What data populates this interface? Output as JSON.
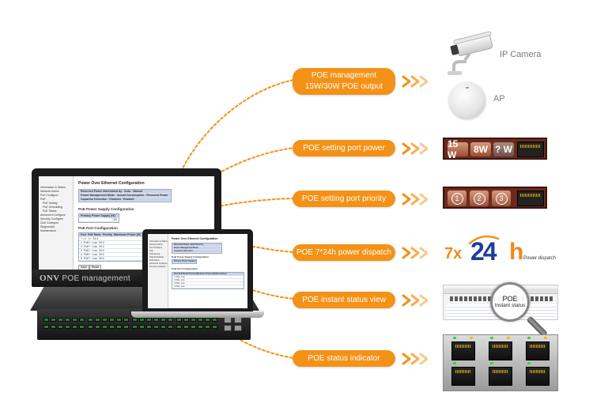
{
  "features": [
    {
      "key": "management",
      "lines": [
        "POE management",
        "15W/30W POE output"
      ]
    },
    {
      "key": "port_power",
      "lines": [
        "POE setting port power"
      ]
    },
    {
      "key": "port_priority",
      "lines": [
        "POE setting port priority"
      ]
    },
    {
      "key": "dispatch",
      "lines": [
        "POE 7*24h  power dispatch"
      ]
    },
    {
      "key": "status_view",
      "lines": [
        "POE instant status view"
      ]
    },
    {
      "key": "status_indicator",
      "lines": [
        "POE status indicator"
      ]
    }
  ],
  "devices": {
    "camera_label": "IP Camera",
    "ap_label": "AP"
  },
  "port_power": {
    "values": [
      "15 W",
      "8W",
      "? W"
    ]
  },
  "port_priority": {
    "values": [
      "1",
      "2",
      "3"
    ]
  },
  "dispatch_badge": {
    "multiplier": "7x",
    "hours": "24",
    "unit": "h",
    "caption": "Power dispatch"
  },
  "status_view": {
    "magnifier_line1": "POE",
    "magnifier_line2": "Instant status"
  },
  "monitor": {
    "brand": "ONV",
    "caption": "POE management"
  },
  "web_ui": {
    "sidebar": [
      "Information & Status",
      "Network Admin",
      "Port Configure",
      "PoE",
      "PoE Setting",
      "PoE Scheduling",
      "PoE Status",
      "Advanced Configure",
      "Security Configure",
      "QoS Configure",
      "Diagnostics",
      "Maintenance"
    ],
    "title": "Power Over Ethernet Configuration",
    "settings": [
      "Reserved Power determined by",
      "Power Management Mode",
      "Capacitor Detection"
    ],
    "setting_options": [
      "Auto",
      "Manual",
      "Actual Consumption",
      "Reserved Power",
      "Disabled",
      "Enabled"
    ],
    "supply_heading": "PoE Power Supply Configuration",
    "supply_column": "Primary Power Supply [W]",
    "supply_value": "720",
    "port_heading": "PoE Port Configuration",
    "port_columns": [
      "Port",
      "PoE Mode",
      "Priority",
      "Maximum Power [W]",
      "Description"
    ],
    "port_rows": [
      {
        "port": "*",
        "mode": "<>",
        "priority": "<>",
        "max": "15.4"
      },
      {
        "port": "1",
        "mode": "PoE+",
        "priority": "Low",
        "max": "30.0"
      },
      {
        "port": "2",
        "mode": "PoE+",
        "priority": "Low",
        "max": "30.0"
      },
      {
        "port": "3",
        "mode": "PoE+",
        "priority": "Low",
        "max": "30.0"
      },
      {
        "port": "4",
        "mode": "PoE+",
        "priority": "Low",
        "max": "30.0"
      },
      {
        "port": "5",
        "mode": "PoE+",
        "priority": "Low",
        "max": "30.0"
      }
    ],
    "buttons": [
      "Save",
      "Reset"
    ]
  },
  "colors": {
    "accent": "#f39217",
    "text_gray": "#7a7a7a",
    "brand_blue": "#1c3e9c"
  }
}
